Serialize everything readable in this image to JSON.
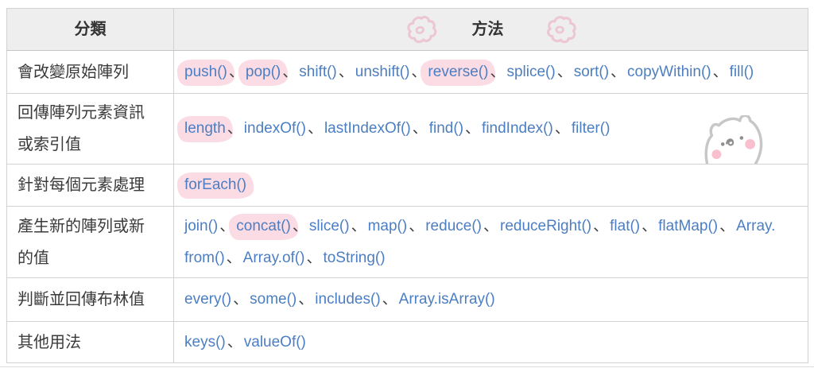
{
  "table": {
    "headers": [
      {
        "label": "分類"
      },
      {
        "label": "方法"
      }
    ],
    "separator": "、",
    "rows": [
      {
        "category": "會改變原始陣列",
        "methods": [
          {
            "label": "push()",
            "highlighted": true
          },
          {
            "label": "pop()",
            "highlighted": true
          },
          {
            "label": "shift()",
            "highlighted": false
          },
          {
            "label": "unshift()",
            "highlighted": false
          },
          {
            "label": "reverse()",
            "highlighted": true
          },
          {
            "label": "splice()",
            "highlighted": false
          },
          {
            "label": "sort()",
            "highlighted": false
          },
          {
            "label": "copyWithin()",
            "highlighted": false
          },
          {
            "label": "fill()",
            "highlighted": false
          }
        ]
      },
      {
        "category": "回傳陣列元素資訊或索引值",
        "methods": [
          {
            "label": "length",
            "highlighted": true
          },
          {
            "label": "indexOf()",
            "highlighted": false
          },
          {
            "label": "lastIndexOf()",
            "highlighted": false
          },
          {
            "label": "find()",
            "highlighted": false
          },
          {
            "label": "findIndex()",
            "highlighted": false
          },
          {
            "label": "filter()",
            "highlighted": false
          }
        ]
      },
      {
        "category": "針對每個元素處理",
        "methods": [
          {
            "label": "forEach()",
            "highlighted": true
          }
        ]
      },
      {
        "category": "產生新的陣列或新的值",
        "methods": [
          {
            "label": "join()",
            "highlighted": false
          },
          {
            "label": "concat()",
            "highlighted": true
          },
          {
            "label": "slice()",
            "highlighted": false
          },
          {
            "label": "map()",
            "highlighted": false
          },
          {
            "label": "reduce()",
            "highlighted": false
          },
          {
            "label": "reduceRight()",
            "highlighted": false
          },
          {
            "label": "flat()",
            "highlighted": false
          },
          {
            "label": "flatMap()",
            "highlighted": false
          },
          {
            "label": "Array.from()",
            "highlighted": false
          },
          {
            "label": "Array.of()",
            "highlighted": false
          },
          {
            "label": "toString()",
            "highlighted": false
          }
        ]
      },
      {
        "category": "判斷並回傳布林值",
        "methods": [
          {
            "label": "every()",
            "highlighted": false
          },
          {
            "label": "some()",
            "highlighted": false
          },
          {
            "label": "includes()",
            "highlighted": false
          },
          {
            "label": "Array.isArray()",
            "highlighted": false
          }
        ]
      },
      {
        "category": "其他用法",
        "methods": [
          {
            "label": "keys()",
            "highlighted": false
          },
          {
            "label": "valueOf()",
            "highlighted": false
          }
        ]
      }
    ]
  },
  "doodles": {
    "header_flower_left": "flower-doodle-icon",
    "header_flower_right": "flower-doodle-icon",
    "mascot": "cat-doodle-icon"
  },
  "colors": {
    "method_blue": "#4b7ec2",
    "highlight_pink": "#fbdce5",
    "blush_pink": "#f8c0ce",
    "flower_pink": "#ecc6d2",
    "doodle_gray": "#c7c7c7",
    "header_bg": "#eeeeee",
    "border_gray": "#d2d2d2",
    "text_dark": "#3a3a3a"
  }
}
